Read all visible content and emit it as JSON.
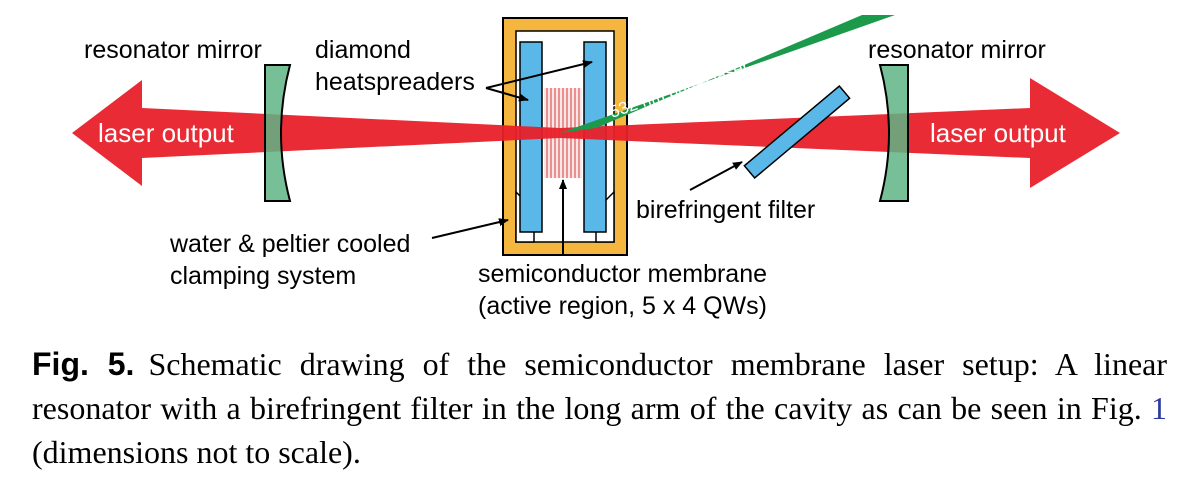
{
  "labels": {
    "resonator_mirror_left": "resonator mirror",
    "resonator_mirror_right": "resonator mirror",
    "diamond_line1": "diamond",
    "diamond_line2": "heatspreaders",
    "laser_output_left": "laser output",
    "laser_output_right": "laser output",
    "pump_laser": "532 nm pump laser",
    "birefringent_filter": "birefringent filter",
    "clamping_line1": "water & peltier cooled",
    "clamping_line2": "clamping system",
    "membrane_line1": "semiconductor membrane",
    "membrane_line2": "(active region, 5 x 4 QWs)"
  },
  "caption": {
    "fig_num": "Fig. 5.",
    "text_part1": "Schematic drawing of the semiconductor membrane laser setup: A linear resonator with a birefringent filter in the long arm of the cavity as can be seen in Fig. ",
    "fig_ref": "1",
    "text_part2": " (dimensions not to scale)."
  },
  "colors": {
    "laser_beam": "#e8202a",
    "pump_beam": "#1a9a4a",
    "mirror_fill": "#5fb585",
    "heatspreader": "#5ab8e8",
    "clamp_frame": "#f4b63e",
    "membrane_lines": "#d63a3a",
    "caption_ref": "#2a3aa0"
  }
}
